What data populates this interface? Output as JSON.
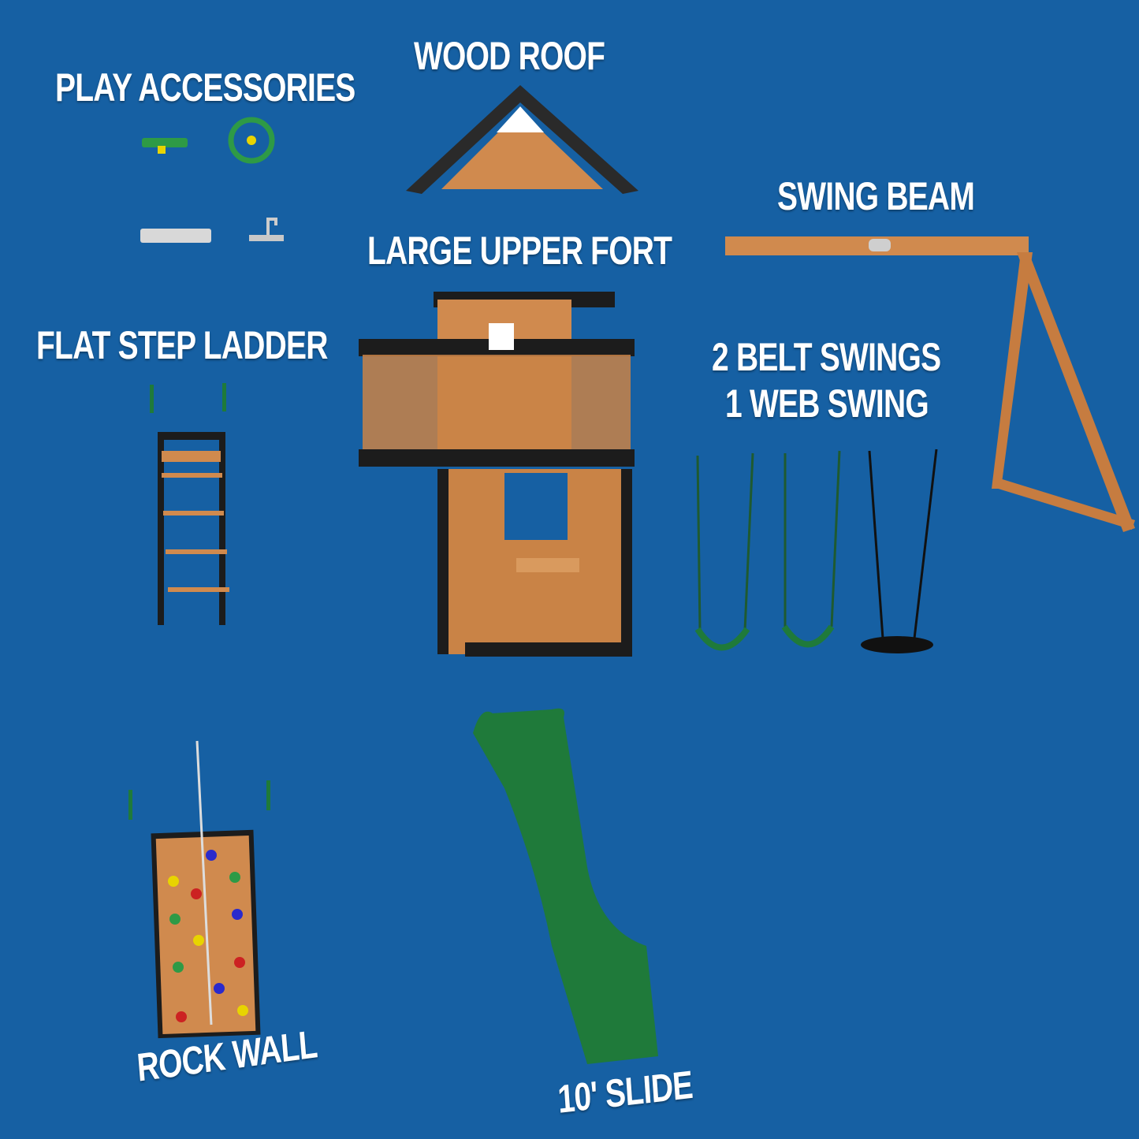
{
  "labels": {
    "play_accessories": "PLAY ACCESSORIES",
    "wood_roof": "WOOD ROOF",
    "swing_beam": "SWING BEAM",
    "large_upper_fort": "LARGE UPPER FORT",
    "flat_step_ladder": "FLAT STEP LADDER",
    "swings_line1": "2 BELT SWINGS",
    "swings_line2": "1 WEB SWING",
    "rock_wall": "ROCK WALL",
    "slide": "10' SLIDE"
  },
  "colors": {
    "background": "#1660a3",
    "wood": "#d08a4e",
    "black": "#1c1c1c",
    "green": "#1f7a3a"
  }
}
